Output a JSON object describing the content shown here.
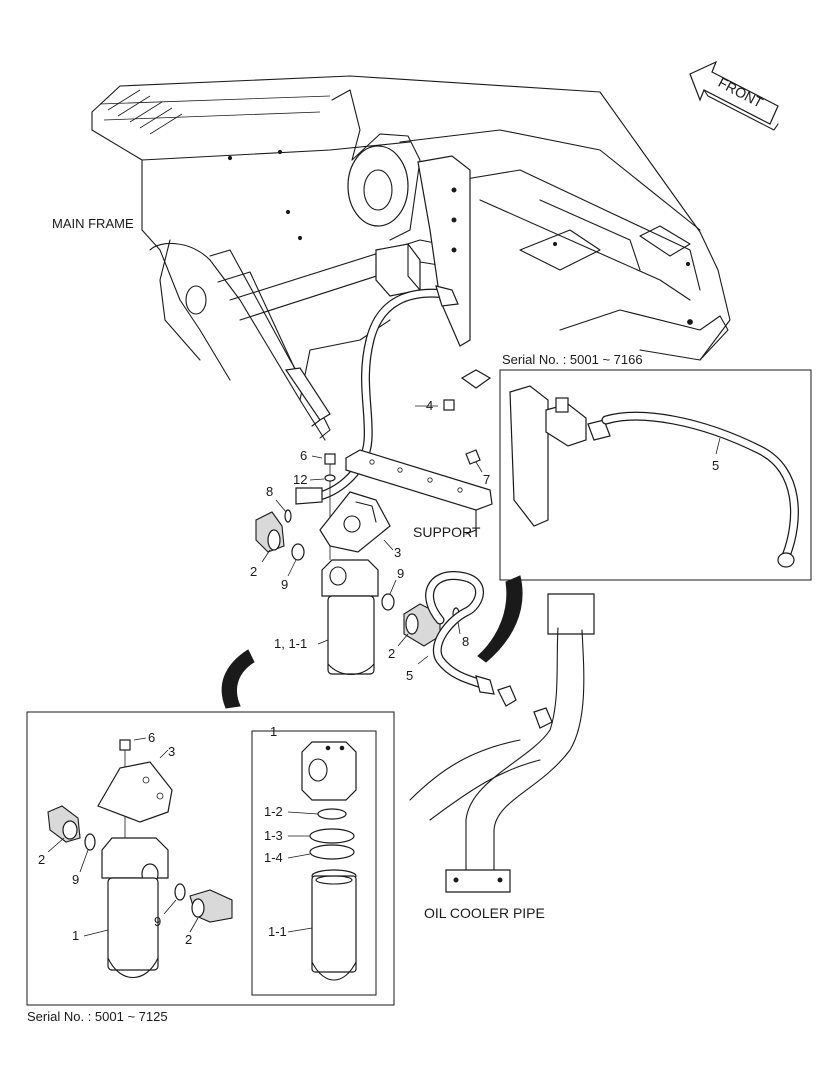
{
  "labels": {
    "main_frame": "MAIN FRAME",
    "support": "SUPPORT",
    "oil_cooler_pipe": "OIL COOLER PIPE",
    "front": "FRONT",
    "serial_top": "Serial No. : 5001 ~ 7166",
    "serial_bottom": "Serial No. : 5001 ~ 7125"
  },
  "callouts_main": {
    "c4": "4",
    "c6": "6",
    "c7": "7",
    "c12": "12",
    "c8a": "8",
    "c3": "3",
    "c2a": "2",
    "c9a": "9",
    "c9b": "9",
    "c8b": "8",
    "c2b": "2",
    "c1": "1, 1-1",
    "c5": "5"
  },
  "callouts_top_inset": {
    "c5": "5"
  },
  "callouts_left_inset": {
    "c6": "6",
    "c3": "3",
    "c2a": "2",
    "c9a": "9",
    "c1": "1",
    "c9b": "9",
    "c2b": "2"
  },
  "callouts_right_inset": {
    "c1": "1",
    "c1_2": "1-2",
    "c1_3": "1-3",
    "c1_4": "1-4",
    "c1_1": "1-1"
  }
}
